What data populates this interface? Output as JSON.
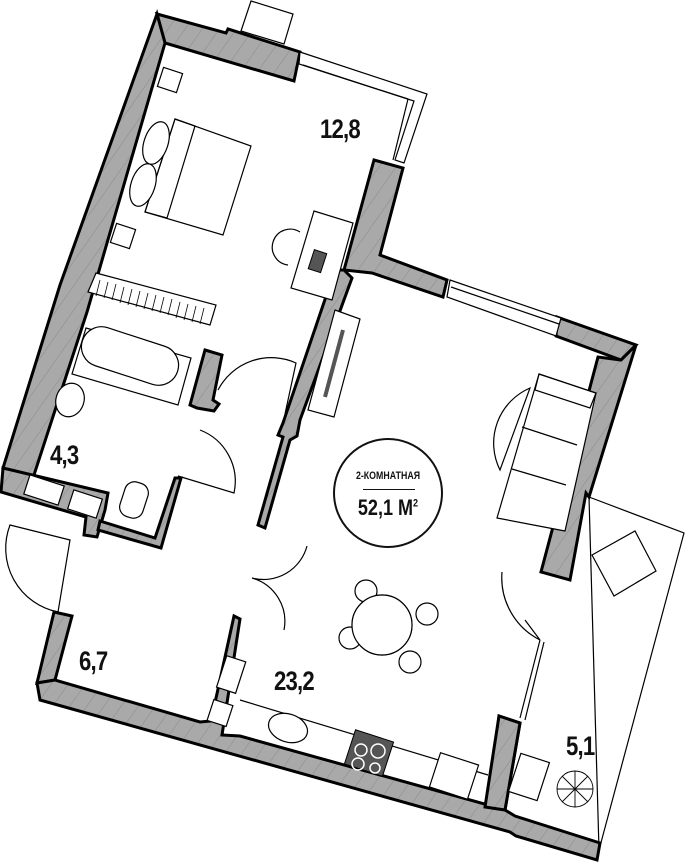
{
  "plan": {
    "type": "apartment-floor-plan",
    "badge": {
      "rooms_label": "2-КОМНАТНАЯ",
      "total_area": "52,1 М",
      "area_unit_sup": "2"
    },
    "rooms": [
      {
        "id": "bedroom",
        "area": "12,8"
      },
      {
        "id": "bathroom",
        "area": "4,3"
      },
      {
        "id": "hallway",
        "area": "6,7"
      },
      {
        "id": "living-kitchen",
        "area": "23,2"
      },
      {
        "id": "balcony",
        "area": "5,1"
      }
    ],
    "colors": {
      "wall_fill": "#a9a9a9",
      "wall_stroke": "#000000",
      "hob": "#555555",
      "background": "#ffffff"
    }
  }
}
